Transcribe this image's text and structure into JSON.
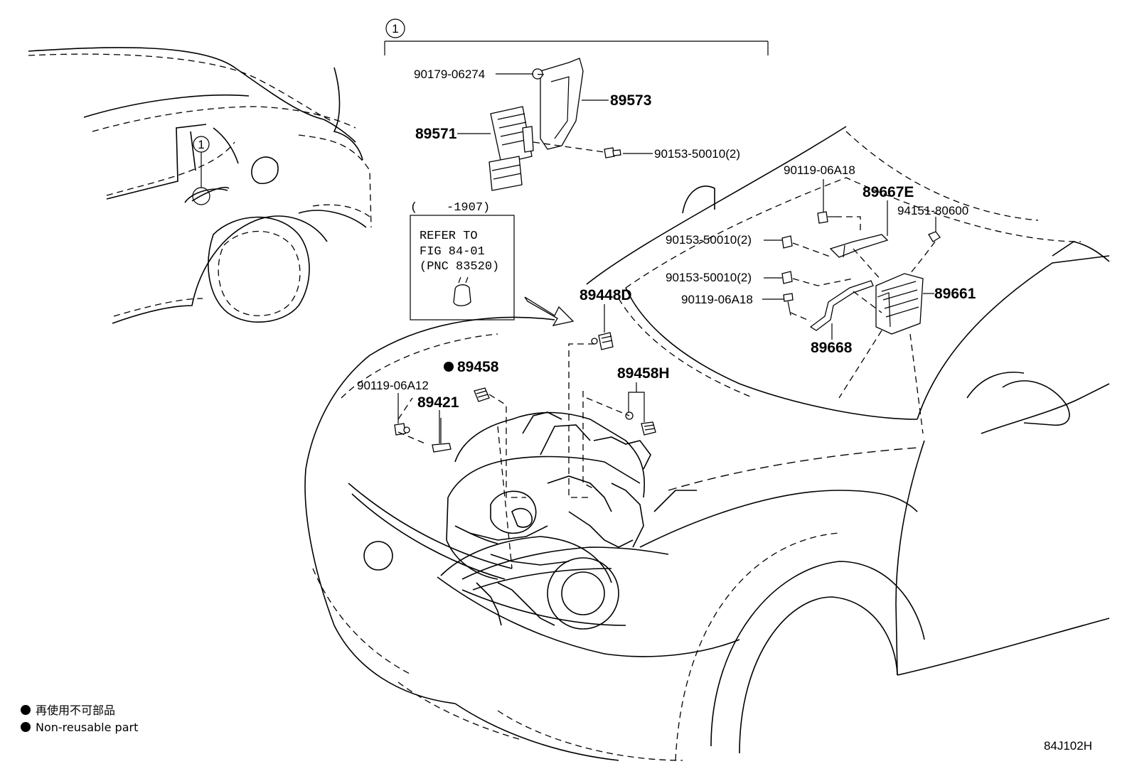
{
  "callouts": {
    "assembly": "1",
    "rear_marker": "1"
  },
  "parts": {
    "p1": "90179-06274",
    "p2": "89573",
    "p3": "89571",
    "p4": "90153-50010(2)",
    "p5": "90119-06A18",
    "p6": "89667E",
    "p7": "94151-80600",
    "p8": "90153-50010(2)",
    "p9": "90153-50010(2)",
    "p10": "90119-06A18",
    "p11": "89661",
    "p12": "89668",
    "p13": "89448D",
    "p14": "89458",
    "p15": "90119-06A12",
    "p16": "89421",
    "p17": "89458H"
  },
  "refer_box": {
    "range": "(    -1907)",
    "line1": "REFER TO",
    "line2": "FIG 84-01",
    "line3": "(PNC 83520)"
  },
  "legend": {
    "jp": "再使用不可部品",
    "en": "Non-reusable part"
  },
  "figure_code": "84J102H"
}
